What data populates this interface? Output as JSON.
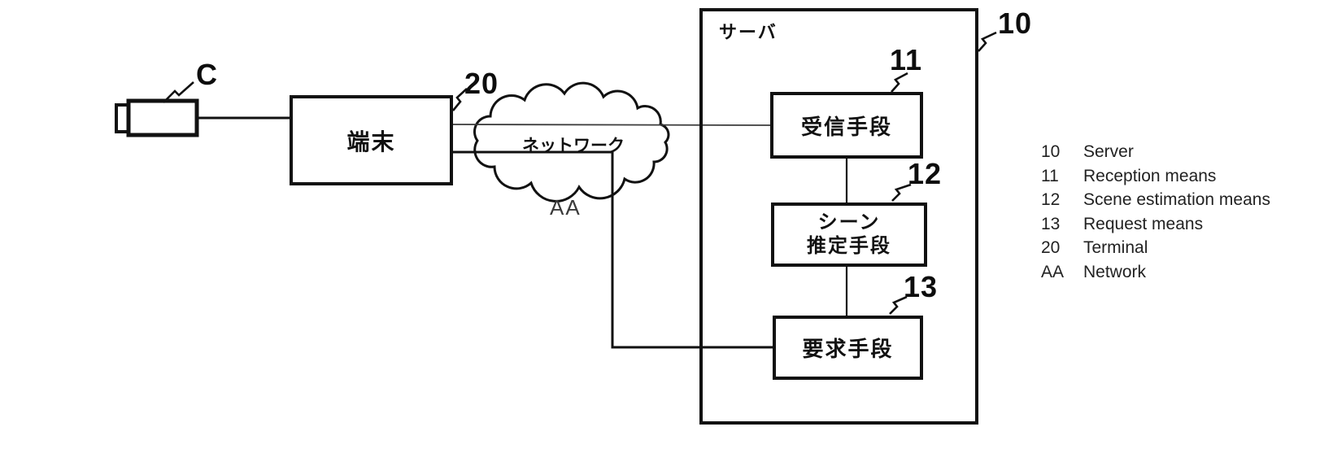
{
  "nodes": {
    "camera": {
      "ref": "C"
    },
    "terminal": {
      "label": "端末",
      "ref": "20"
    },
    "network": {
      "label": "ネットワーク",
      "ref": "AA"
    },
    "server": {
      "label": "サーバ",
      "ref": "10"
    },
    "reception": {
      "label": "受信手段",
      "ref": "11"
    },
    "scene": {
      "label_line1": "シーン",
      "label_line2": "推定手段",
      "ref": "12"
    },
    "request": {
      "label": "要求手段",
      "ref": "13"
    }
  },
  "legend": {
    "items": [
      {
        "ref": "10",
        "label": "Server"
      },
      {
        "ref": "11",
        "label": "Reception means"
      },
      {
        "ref": "12",
        "label": "Scene estimation means"
      },
      {
        "ref": "13",
        "label": "Request means"
      },
      {
        "ref": "20",
        "label": "Terminal"
      },
      {
        "ref": "AA",
        "label": "Network"
      }
    ]
  },
  "icons": {
    "camera": "camera-icon",
    "cloud": "network-cloud-icon"
  },
  "colors": {
    "ink": "#111111",
    "thin_line": "#3c3c3c",
    "background": "#ffffff"
  }
}
